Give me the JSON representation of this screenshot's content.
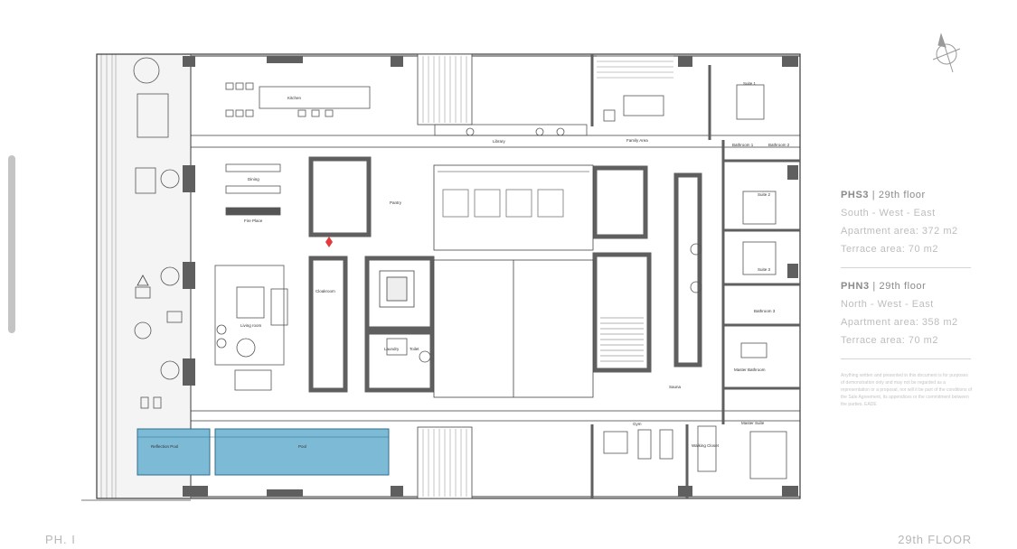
{
  "rooms": {
    "kitchen": "Kitchen",
    "library": "Library",
    "family_area": "Family Area",
    "suite_1": "Suite 1",
    "bathroom_1": "Bathroom 1",
    "bathroom_2": "Bathroom 2",
    "suite_2": "Suite 2",
    "suite_3": "Suite 3",
    "bathroom_3": "Bathroom 3",
    "dining": "Dining",
    "fire_place": "Fire Place",
    "pantry": "Pantry",
    "cloakroom": "Cloakroom",
    "living_room": "Living room",
    "laundry": "Laundry",
    "toilet": "Toilet",
    "sauna": "Sauna",
    "master_bathroom": "Master Bathroom",
    "master_suite": "Master Suite",
    "gym": "Gym",
    "walking_closet": "Walking Closet",
    "reflection_pool": "Reflection Pool",
    "pool": "Pool"
  },
  "units": [
    {
      "name": "PHS3",
      "floor": "29th floor",
      "orientation": "South - West - East",
      "apartment_area": "Apartment area: 372 m2",
      "terrace_area": "Terrace area: 70 m2"
    },
    {
      "name": "PHN3",
      "floor": "29th floor",
      "orientation": "North - West - East",
      "apartment_area": "Apartment area: 358 m2",
      "terrace_area": "Terrace area: 70 m2"
    }
  ],
  "disclaimer": "Anything written and presented in this document is for purposes of demonstration only and may not be regarded as a representation or a proposal, nor will it be part of the conditions of the Sale Agreement, its appendices or the commitment between the parties. EADE",
  "footer": {
    "left": "PH. I",
    "right": "29th FLOOR"
  },
  "colors": {
    "pool": "#7cbad6",
    "wall": "#5f5f5f",
    "line": "#3a3a3a",
    "text_light": "#bdbdbd"
  },
  "icons": {
    "compass": "north-arrow-icon"
  }
}
